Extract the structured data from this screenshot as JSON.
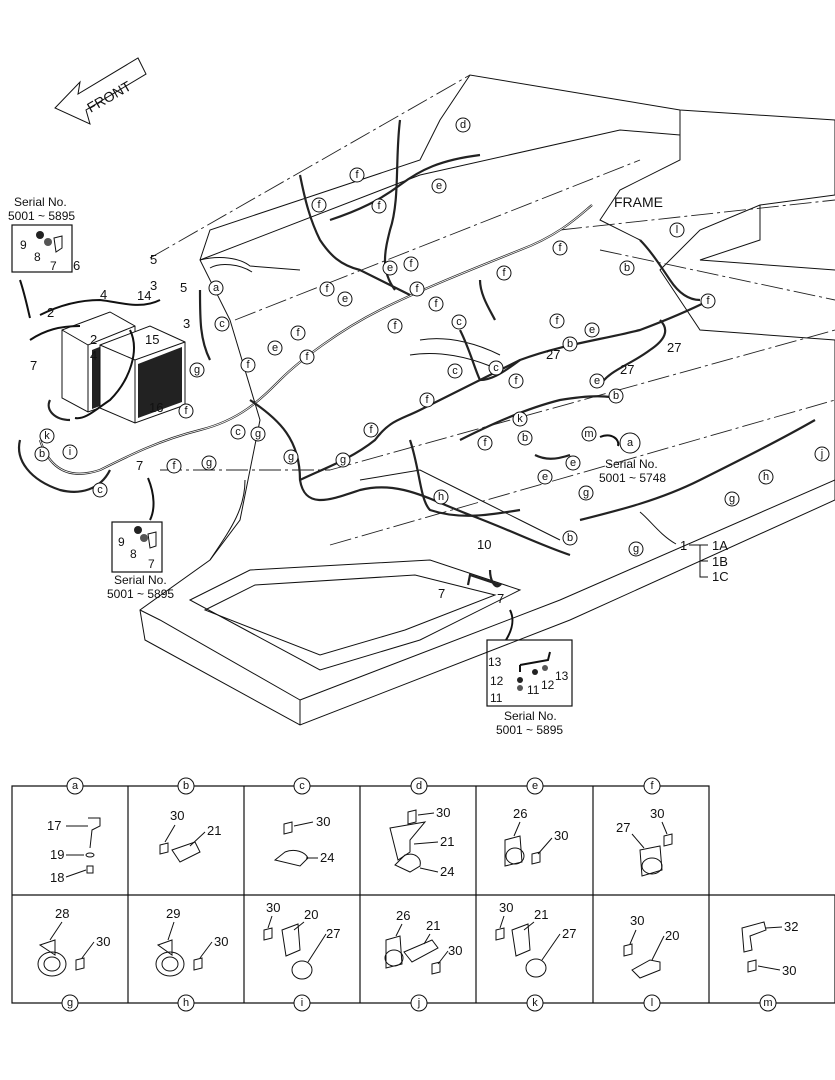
{
  "labels": {
    "front": "FRONT",
    "frame": "FRAME",
    "serial_prefix": "Serial No.",
    "serial_range_1": "5001 ~ 5895",
    "serial_range_2": "5001 ~ 5748"
  },
  "callouts": {
    "letters": [
      "a",
      "b",
      "c",
      "d",
      "e",
      "f",
      "g",
      "h",
      "i",
      "j",
      "k",
      "l",
      "m"
    ],
    "numbers": [
      "1",
      "1A",
      "1B",
      "1C",
      "2",
      "3",
      "4",
      "5",
      "6",
      "7",
      "8",
      "9",
      "10",
      "11",
      "12",
      "13",
      "14",
      "15",
      "16",
      "17",
      "18",
      "19",
      "20",
      "21",
      "24",
      "26",
      "27",
      "28",
      "29",
      "30",
      "32"
    ]
  },
  "detail_table": {
    "top_row": [
      {
        "letter": "a",
        "parts": [
          "17",
          "19",
          "18"
        ]
      },
      {
        "letter": "b",
        "parts": [
          "30",
          "21"
        ]
      },
      {
        "letter": "c",
        "parts": [
          "30",
          "24"
        ]
      },
      {
        "letter": "d",
        "parts": [
          "30",
          "21",
          "24"
        ]
      },
      {
        "letter": "e",
        "parts": [
          "26",
          "30"
        ]
      },
      {
        "letter": "f",
        "parts": [
          "30",
          "27"
        ]
      }
    ],
    "bottom_row": [
      {
        "letter": "g",
        "parts": [
          "28",
          "30"
        ]
      },
      {
        "letter": "h",
        "parts": [
          "29",
          "30"
        ]
      },
      {
        "letter": "i",
        "parts": [
          "30",
          "20",
          "27"
        ]
      },
      {
        "letter": "j",
        "parts": [
          "26",
          "21",
          "30"
        ]
      },
      {
        "letter": "k",
        "parts": [
          "30",
          "21",
          "27"
        ]
      },
      {
        "letter": "l",
        "parts": [
          "30",
          "20"
        ]
      },
      {
        "letter": "m",
        "parts": [
          "32",
          "30"
        ]
      }
    ]
  }
}
